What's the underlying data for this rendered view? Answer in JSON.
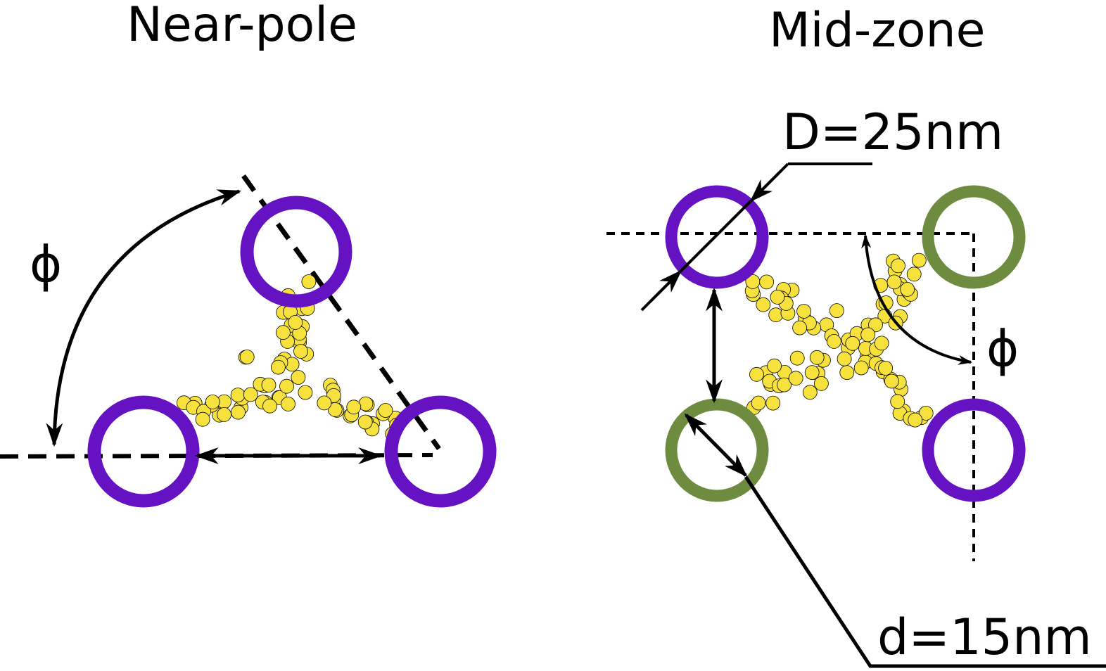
{
  "panels": {
    "near_pole": {
      "title": "Near-pole",
      "angle_label": "ϕ"
    },
    "mid_zone": {
      "title": "Mid-zone",
      "angle_label": "ϕ",
      "diameter_label": "D=25nm",
      "distance_label": "d=15nm"
    }
  },
  "colors": {
    "purple": "#6412c2",
    "green": "#6e8c40",
    "dot_fill": "#f7e13c",
    "line": "#000000"
  }
}
